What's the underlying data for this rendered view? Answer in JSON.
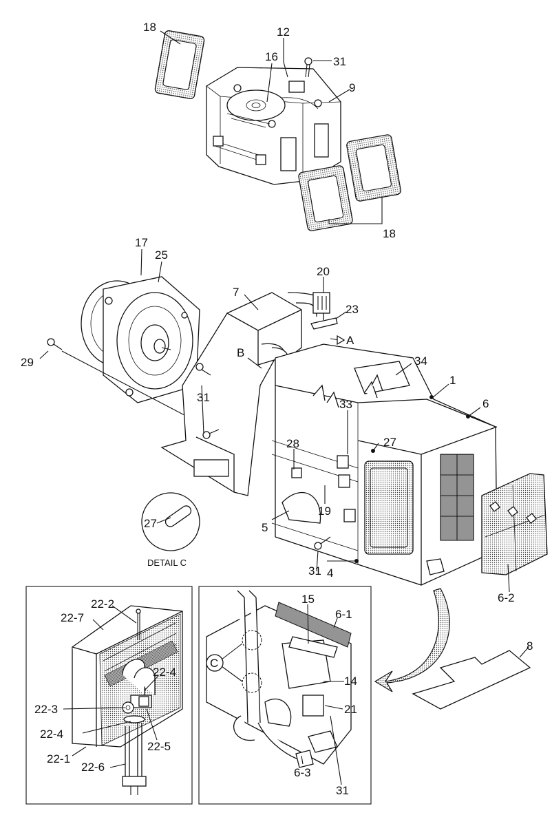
{
  "diagram": {
    "labels": {
      "18": "18",
      "12": "12",
      "16": "16",
      "31": "31",
      "9": "9",
      "17": "17",
      "25": "25",
      "20": "20",
      "7": "7",
      "23": "23",
      "A": "A",
      "B": "B",
      "29": "29",
      "34": "34",
      "1": "1",
      "6": "6",
      "33": "33",
      "28": "28",
      "27": "27",
      "19": "19",
      "5": "5",
      "4": "4",
      "6-2": "6-2",
      "8": "8",
      "22-2": "22-2",
      "22-7": "22-7",
      "22-4": "22-4",
      "22-3": "22-3",
      "22-5": "22-5",
      "22-1": "22-1",
      "22-6": "22-6",
      "15": "15",
      "6-1": "6-1",
      "C": "C",
      "14": "14",
      "21": "21",
      "6-3": "6-3"
    },
    "detail_caption": "DETAIL C"
  }
}
